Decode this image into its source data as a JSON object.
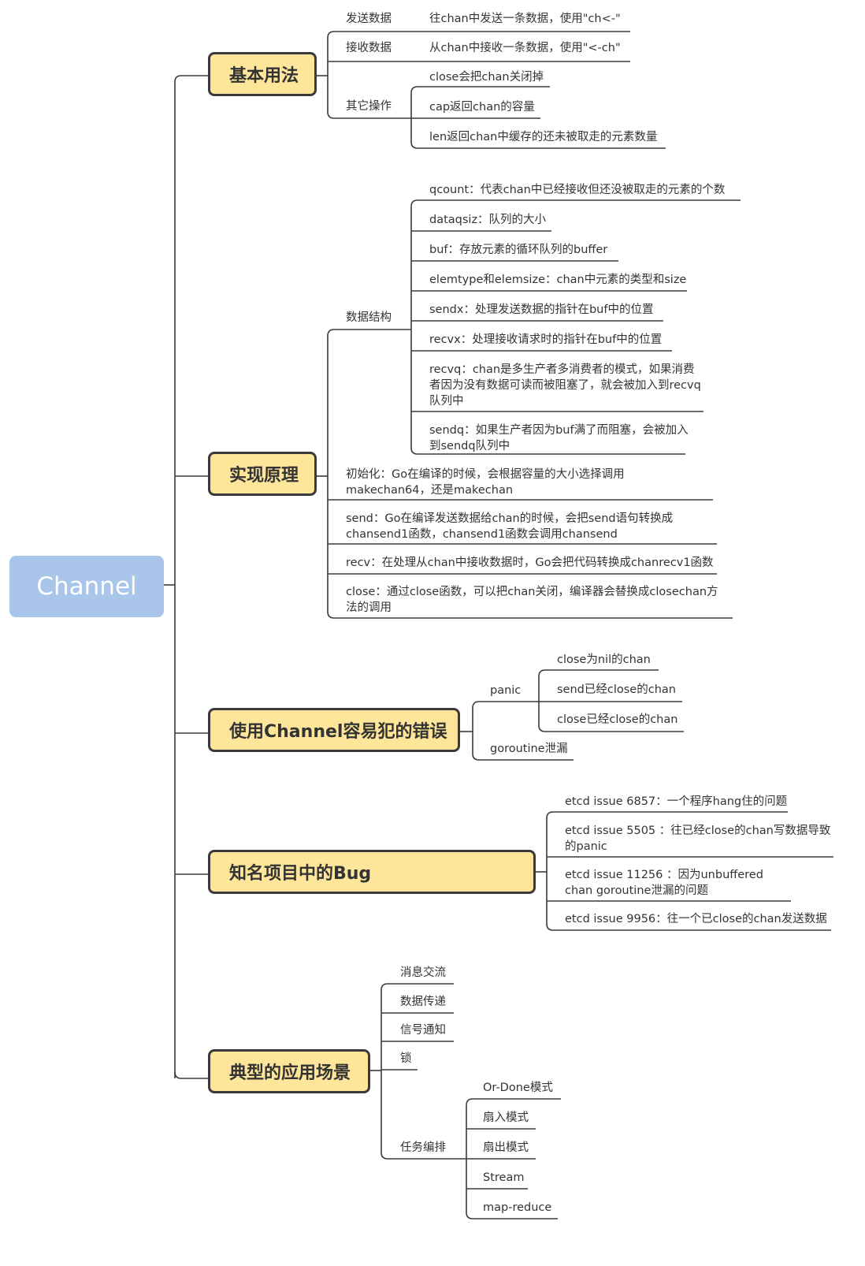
{
  "colors": {
    "root_fill": "#a9c6ea",
    "branch_fill": "#fde69a",
    "line": "#3a3a3a"
  },
  "root": "Channel",
  "branches": {
    "b1": {
      "label": "基本用法",
      "send": {
        "label": "发送数据",
        "text": "往chan中发送一条数据，使用\"ch<-\""
      },
      "recv": {
        "label": "接收数据",
        "text": "从chan中接收一条数据，使用\"<-ch\""
      },
      "other": {
        "label": "其它操作",
        "items": [
          "close会把chan关闭掉",
          "cap返回chan的容量",
          "len返回chan中缓存的还未被取走的元素数量"
        ]
      }
    },
    "b2": {
      "label": "实现原理",
      "ds": {
        "label": "数据结构",
        "items": [
          "qcount：代表chan中已经接收但还没被取走的元素的个数",
          "dataqsiz：队列的大小",
          "buf：存放元素的循环队列的buffer",
          "elemtype和elemsize：chan中元素的类型和size",
          "sendx：处理发送数据的指针在buf中的位置",
          "recvx：处理接收请求时的指针在buf中的位置",
          "recvq：chan是多生产者多消费者的模式，如果消费者因为没有数据可读而被阻塞了，就会被加入到recvq队列中",
          "sendq：如果生产者因为buf满了而阻塞，会被加入到sendq队列中"
        ]
      },
      "init": "初始化：Go在编译的时候，会根据容量的大小选择调用makechan64，还是makechan",
      "send": "send：Go在编译发送数据给chan的时候，会把send语句转换成chansend1函数，chansend1函数会调用chansend",
      "recv": "recv：在处理从chan中接收数据时，Go会把代码转换成chanrecv1函数",
      "close": "close：通过close函数，可以把chan关闭，编译器会替换成closechan方法的调用"
    },
    "b3": {
      "label": "使用Channel容易犯的错误",
      "panic": {
        "label": "panic",
        "items": [
          "close为nil的chan",
          "send已经close的chan",
          "close已经close的chan"
        ]
      },
      "leak": "goroutine泄漏"
    },
    "b4": {
      "label": "知名项目中的Bug",
      "items": [
        "etcd issue 6857：一个程序hang住的问题",
        "etcd issue 5505 ：往已经close的chan写数据导致的panic",
        "etcd issue 11256 ：因为unbuffered chan goroutine泄漏的问题",
        "etcd issue 9956：往一个已close的chan发送数据"
      ]
    },
    "b5": {
      "label": "典型的应用场景",
      "items": [
        "消息交流",
        "数据传递",
        "信号通知",
        "锁"
      ],
      "orch": {
        "label": "任务编排",
        "items": [
          "Or-Done模式",
          "扇入模式",
          "扇出模式",
          "Stream",
          "map-reduce"
        ]
      }
    }
  }
}
